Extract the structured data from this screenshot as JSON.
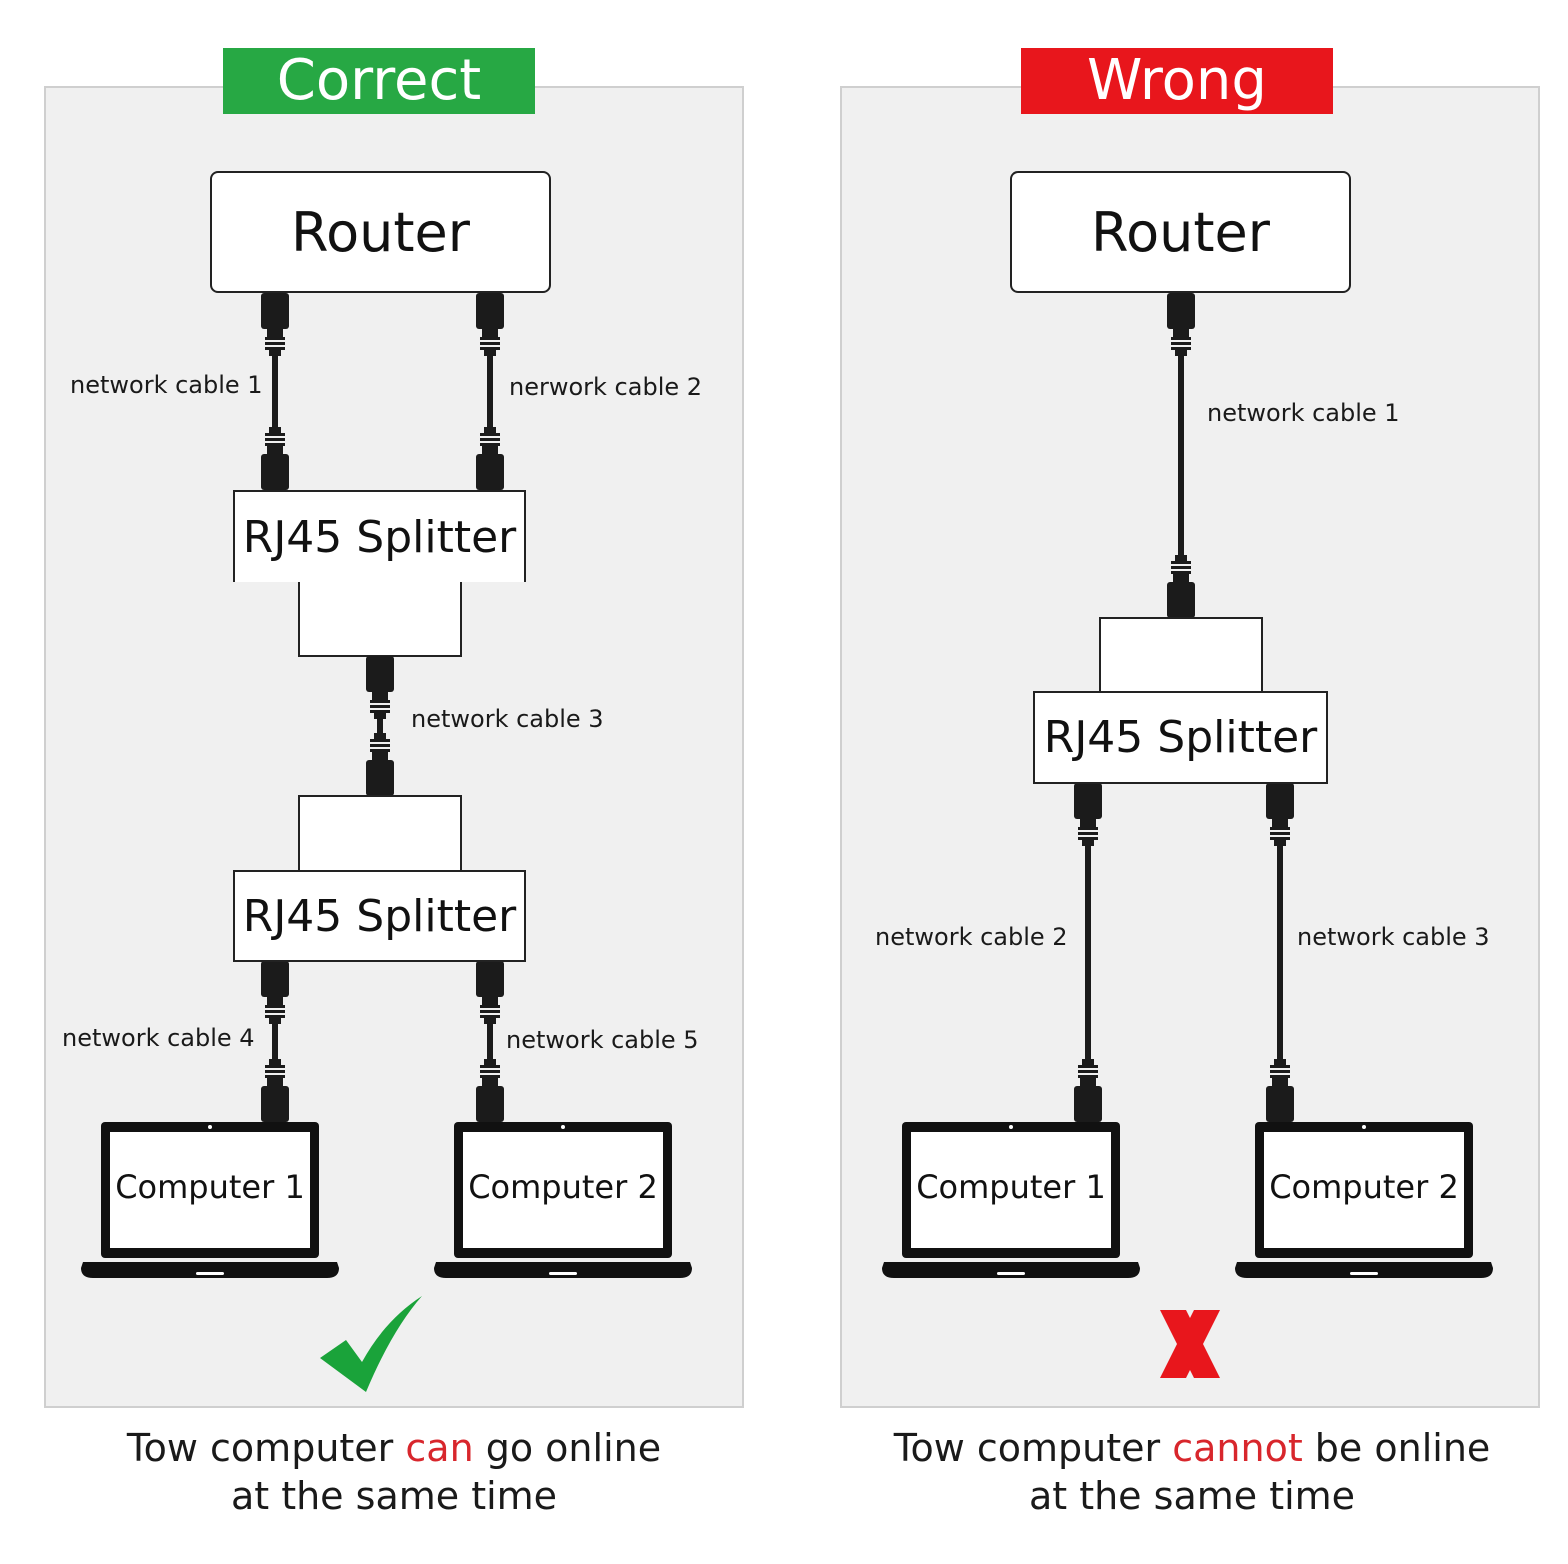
{
  "colors": {
    "correct": "#27a844",
    "wrong": "#e8161c",
    "highlight": "#d8262c",
    "check": "#1aa33a",
    "cross": "#e8161c"
  },
  "correct": {
    "header": "Correct",
    "router": "Router",
    "splitter_top": "RJ45 Splitter",
    "splitter_bottom": "RJ45 Splitter",
    "cable1": "network cable 1",
    "cable2": "nerwork cable 2",
    "cable3": "network cable 3",
    "cable4": "network cable 4",
    "cable5": "network cable 5",
    "computer1": "Computer 1",
    "computer2": "Computer 2",
    "caption": {
      "line1_before": "Tow computer ",
      "line1_highlight": "can",
      "line1_after": " go online",
      "line2": "at the same time"
    },
    "status_icon": "check-icon"
  },
  "wrong": {
    "header": "Wrong",
    "router": "Router",
    "splitter": "RJ45 Splitter",
    "cable1": "network cable 1",
    "cable2": "network cable 2",
    "cable3": "network cable 3",
    "computer1": "Computer 1",
    "computer2": "Computer 2",
    "caption": {
      "line1_before": "Tow computer ",
      "line1_highlight": "cannot",
      "line1_after": " be online",
      "line2": "at the same time"
    },
    "status_icon": "cross-icon"
  }
}
